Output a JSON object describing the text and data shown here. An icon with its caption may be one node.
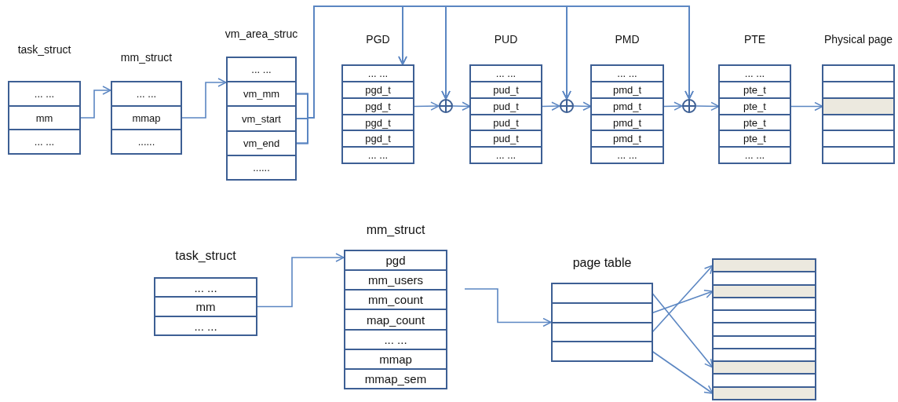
{
  "diagram": {
    "nodes": [
      {
        "text": [
          "task_struct"
        ]
      },
      {
        "text": [
          "... ..."
        ],
        "in": 0
      },
      {
        "text": [
          "mm"
        ],
        "in": 0
      },
      {
        "text": [
          "... ..."
        ],
        "in": 0
      },
      {
        "text": [
          "mm_struct"
        ]
      },
      {
        "text": [
          "... ..."
        ],
        "in": 4
      },
      {
        "text": [
          "mmap"
        ],
        "in": 4
      },
      {
        "text": [
          "......"
        ],
        "in": 4
      },
      {
        "text": [
          "vm_area_struc"
        ]
      },
      {
        "text": [
          "... ..."
        ],
        "in": 8
      },
      {
        "text": [
          "vm_mm"
        ],
        "in": 8
      },
      {
        "text": [
          "vm_start"
        ],
        "in": 8
      },
      {
        "text": [
          "vm_end"
        ],
        "in": 8
      },
      {
        "text": [
          "......"
        ],
        "in": 8
      },
      {
        "text": [
          "PGD"
        ]
      },
      {
        "text": [
          "... ..."
        ],
        "in": 14
      },
      {
        "text": [
          "pgd_t"
        ],
        "in": 14
      },
      {
        "text": [
          "pgd_t"
        ],
        "in": 14
      },
      {
        "text": [
          "pgd_t"
        ],
        "in": 14
      },
      {
        "text": [
          "pgd_t"
        ],
        "in": 14
      },
      {
        "text": [
          "... ..."
        ],
        "in": 14
      },
      {
        "text": [],
        "shape": "circle"
      },
      {
        "text": [
          "PUD"
        ]
      },
      {
        "text": [
          "... ..."
        ],
        "in": 22
      },
      {
        "text": [
          "pud_t"
        ],
        "in": 22
      },
      {
        "text": [
          "pud_t"
        ],
        "in": 22
      },
      {
        "text": [
          "pud_t"
        ],
        "in": 22
      },
      {
        "text": [
          "pud_t"
        ],
        "in": 22
      },
      {
        "text": [
          "... ..."
        ],
        "in": 22
      },
      {
        "text": [],
        "shape": "circle"
      },
      {
        "text": [
          "PMD"
        ]
      },
      {
        "text": [
          "... ..."
        ],
        "in": 30
      },
      {
        "text": [
          "pmd_t"
        ],
        "in": 30
      },
      {
        "text": [
          "pmd_t"
        ],
        "in": 30
      },
      {
        "text": [
          "pmd_t"
        ],
        "in": 30
      },
      {
        "text": [
          "pmd_t"
        ],
        "in": 30
      },
      {
        "text": [
          "... ..."
        ],
        "in": 30
      },
      {
        "text": [],
        "shape": "circle"
      },
      {
        "text": [
          "PTE"
        ]
      },
      {
        "text": [
          "... ..."
        ],
        "in": 38
      },
      {
        "text": [
          "pte_t"
        ],
        "in": 38
      },
      {
        "text": [
          "pte_t"
        ],
        "in": 38
      },
      {
        "text": [
          "pte_t"
        ],
        "in": 38
      },
      {
        "text": [
          "pte_t"
        ],
        "in": 38
      },
      {
        "text": [
          "... ..."
        ],
        "in": 38
      },
      {
        "text": [
          "Physical page"
        ]
      },
      {
        "text": [],
        "shape": "box",
        "in": 45
      },
      {
        "text": [],
        "shape": "box",
        "in": 45
      },
      {
        "text": [],
        "shape": "box",
        "in": 45
      },
      {
        "text": [],
        "shape": "box",
        "in": 45
      },
      {
        "text": [],
        "shape": "box",
        "in": 45
      },
      {
        "text": [],
        "shape": "box",
        "in": 45
      },
      {
        "text": [
          "task_struct"
        ]
      },
      {
        "text": [
          "... ..."
        ],
        "in": 52
      },
      {
        "text": [
          "mm"
        ],
        "in": 52
      },
      {
        "text": [
          "... ..."
        ],
        "in": 52
      },
      {
        "text": [
          "mm_struct"
        ]
      },
      {
        "text": [
          "pgd"
        ],
        "in": 56
      },
      {
        "text": [
          "mm_users"
        ],
        "in": 56
      },
      {
        "text": [
          "mm_count"
        ],
        "in": 56
      },
      {
        "text": [
          "map_count"
        ],
        "in": 56
      },
      {
        "text": [
          "... ..."
        ],
        "in": 56
      },
      {
        "text": [
          "mmap"
        ],
        "in": 56
      },
      {
        "text": [
          "mmap_sem"
        ],
        "in": 56
      },
      {
        "text": [
          "page table"
        ]
      },
      {
        "text": [],
        "shape": "box",
        "in": 64
      },
      {
        "text": [],
        "shape": "box",
        "in": 64
      },
      {
        "text": [],
        "shape": "box",
        "in": 64
      },
      {
        "text": [],
        "shape": "box",
        "in": 64
      },
      {
        "text": [],
        "shape": "box"
      },
      {
        "text": [],
        "shape": "box",
        "in": 69
      },
      {
        "text": [],
        "shape": "box",
        "in": 69
      },
      {
        "text": [],
        "shape": "box",
        "in": 69
      },
      {
        "text": [],
        "shape": "box",
        "in": 69
      },
      {
        "text": [],
        "shape": "box",
        "in": 69
      },
      {
        "text": [],
        "shape": "box",
        "in": 69
      },
      {
        "text": [],
        "shape": "box",
        "in": 69
      },
      {
        "text": [],
        "shape": "box",
        "in": 69
      },
      {
        "text": [],
        "shape": "box",
        "in": 69
      },
      {
        "text": [],
        "shape": "box",
        "in": 69
      },
      {
        "text": [],
        "shape": "box",
        "in": 69
      }
    ],
    "edges": [
      {
        "from": 2,
        "to": 4,
        "arrow": "to"
      },
      {
        "from": 6,
        "to": 8,
        "arrow": "to"
      },
      {
        "from": 10,
        "to": 14,
        "arrow": "to"
      },
      {
        "from": 10,
        "to": 21,
        "arrow": "to"
      },
      {
        "from": 10,
        "to": 29,
        "arrow": "to"
      },
      {
        "from": 10,
        "to": 37,
        "arrow": "to"
      },
      {
        "from": 11,
        "to": 14,
        "arrow": "to"
      },
      {
        "from": 11,
        "to": 21,
        "arrow": "to"
      },
      {
        "from": 11,
        "to": 29,
        "arrow": "to"
      },
      {
        "from": 11,
        "to": 37,
        "arrow": "to"
      },
      {
        "from": 12,
        "to": 14,
        "arrow": "to"
      },
      {
        "from": 12,
        "to": 21,
        "arrow": "to"
      },
      {
        "from": 12,
        "to": 29,
        "arrow": "to"
      },
      {
        "from": 12,
        "to": 37,
        "arrow": "to"
      },
      {
        "from": 17,
        "to": 21,
        "arrow": "to"
      },
      {
        "from": 21,
        "to": 25,
        "arrow": "to"
      },
      {
        "from": 25,
        "to": 29,
        "arrow": "to"
      },
      {
        "from": 29,
        "to": 33,
        "arrow": "to"
      },
      {
        "from": 33,
        "to": 37,
        "arrow": "to"
      },
      {
        "from": 37,
        "to": 41,
        "arrow": "to"
      },
      {
        "from": 41,
        "to": 48,
        "arrow": "to"
      },
      {
        "from": 54,
        "to": 56,
        "arrow": "to"
      },
      {
        "from": null,
        "to": 64,
        "arrow": "to"
      },
      {
        "from": 65,
        "to": 78,
        "arrow": "to"
      },
      {
        "from": 66,
        "to": 72,
        "arrow": "to"
      },
      {
        "from": 67,
        "to": 70,
        "arrow": "to"
      },
      {
        "from": 68,
        "to": 80,
        "arrow": "to"
      }
    ]
  }
}
